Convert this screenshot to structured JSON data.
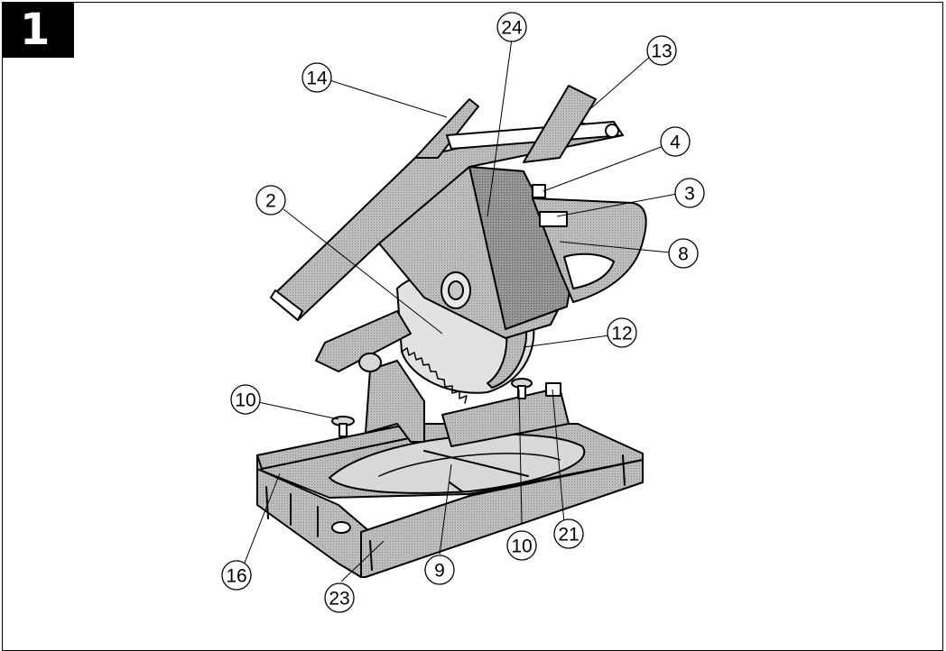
{
  "figure_number": "1",
  "callouts": [
    {
      "id": "c24",
      "label": "24"
    },
    {
      "id": "c13",
      "label": "13"
    },
    {
      "id": "c14",
      "label": "14"
    },
    {
      "id": "c4",
      "label": "4"
    },
    {
      "id": "c2",
      "label": "2"
    },
    {
      "id": "c3",
      "label": "3"
    },
    {
      "id": "c8",
      "label": "8"
    },
    {
      "id": "c12",
      "label": "12"
    },
    {
      "id": "c10a",
      "label": "10"
    },
    {
      "id": "c10b",
      "label": "10"
    },
    {
      "id": "c21",
      "label": "21"
    },
    {
      "id": "c9",
      "label": "9"
    },
    {
      "id": "c16",
      "label": "16"
    },
    {
      "id": "c23",
      "label": "23"
    }
  ],
  "colors": {
    "line": "#000000",
    "shade": "#b4b4b4",
    "shade_dark": "#8c8c8c",
    "paper": "#ffffff"
  }
}
